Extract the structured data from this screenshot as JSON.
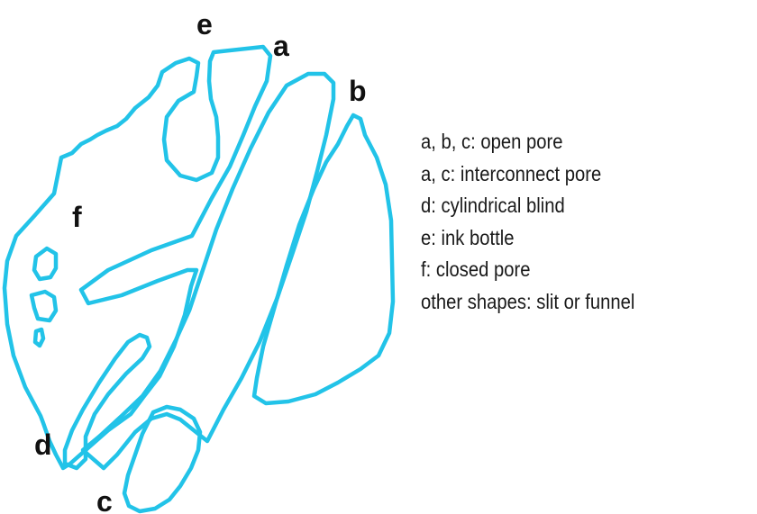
{
  "diagram": {
    "labels": {
      "a": "a",
      "b": "b",
      "c": "c",
      "d": "d",
      "e": "e",
      "f": "f"
    },
    "stroke_color": "#22c3e8"
  },
  "legend": [
    "a, b, c: open pore",
    "a, c: interconnect pore",
    "d: cylindrical blind",
    "e: ink bottle",
    "f: closed pore",
    "other shapes: slit or funnel"
  ]
}
